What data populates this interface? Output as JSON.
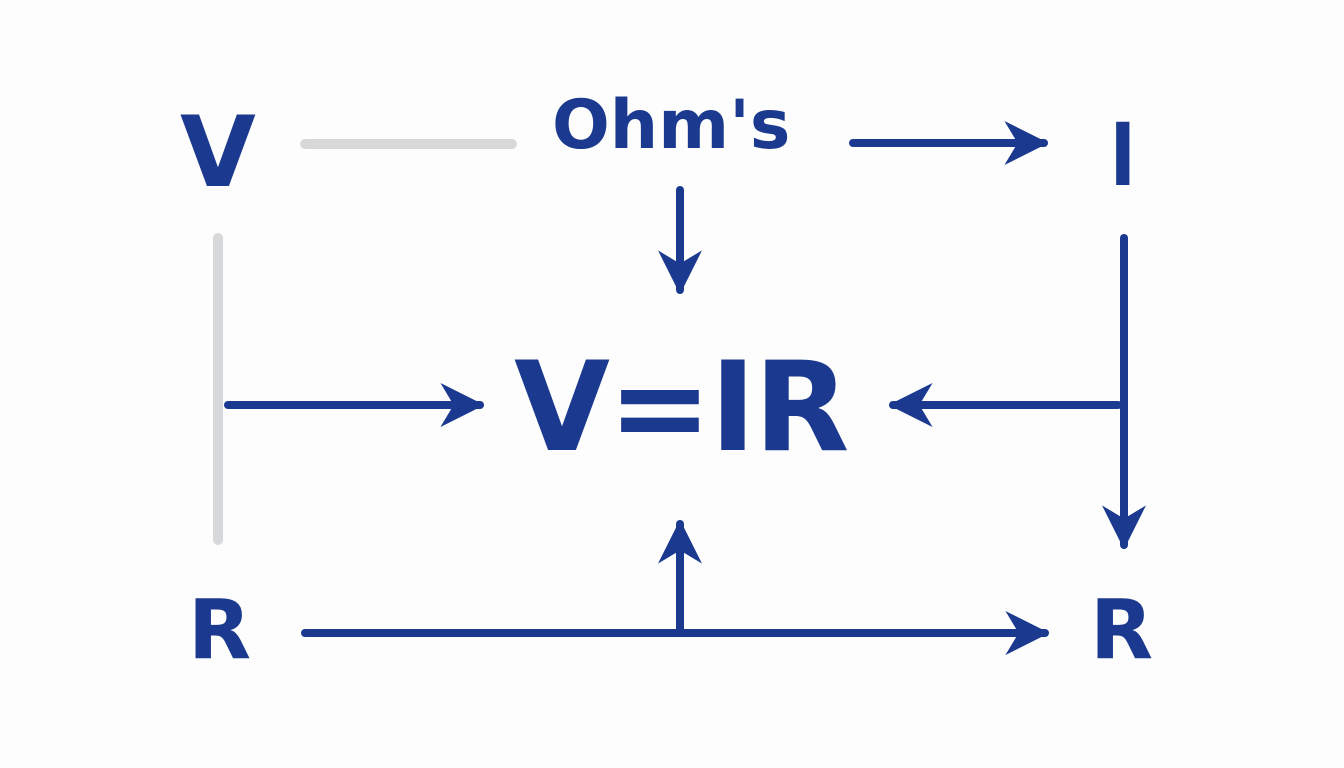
{
  "colors": {
    "primary": "#1b3a8f",
    "muted": "#d6d8da",
    "background": "#fdfdfd"
  },
  "labels": {
    "top_left": "V",
    "top_right": "I",
    "top_center": "Ohm's",
    "center": "V=IR",
    "bottom_left": "R",
    "bottom_right": "R"
  }
}
